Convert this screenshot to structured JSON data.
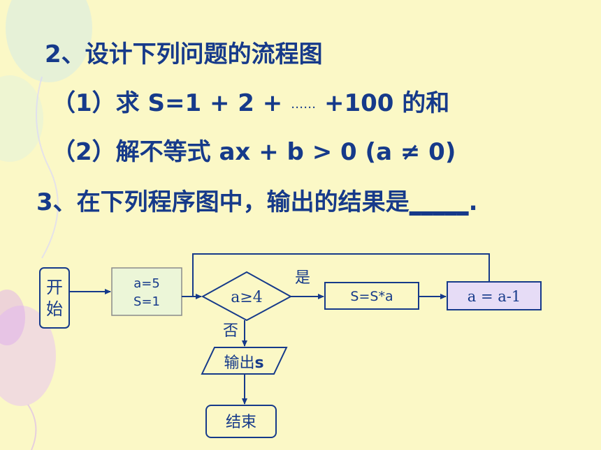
{
  "problems": {
    "p2_title": "2、设计下列问题的流程图",
    "p2_item1_prefix": "（1）求 S=1 + 2 +",
    "p2_item1_dots": "……",
    "p2_item1_suffix": "+100 的和",
    "p2_item2": "（2）解不等式  ax + b > 0 (a ≠ 0)",
    "p3_prefix": "3、在下列程序图中，输出的结果是",
    "p3_blank": "_____",
    "p3_end": "."
  },
  "flowchart": {
    "start": [
      "开",
      "始"
    ],
    "init": [
      "a=5",
      "S=1"
    ],
    "condition": "a≥4",
    "yes_label": "是",
    "no_label": "否",
    "multiply": "S=S*a",
    "decrement": "a = a-1",
    "output_label": "输出",
    "output_var": "s",
    "end": "结束"
  },
  "colors": {
    "background": "#fbf8c6",
    "text": "#163a8a",
    "init_fill": "#ecf6d8",
    "decrement_fill": "#e6dcf6"
  }
}
